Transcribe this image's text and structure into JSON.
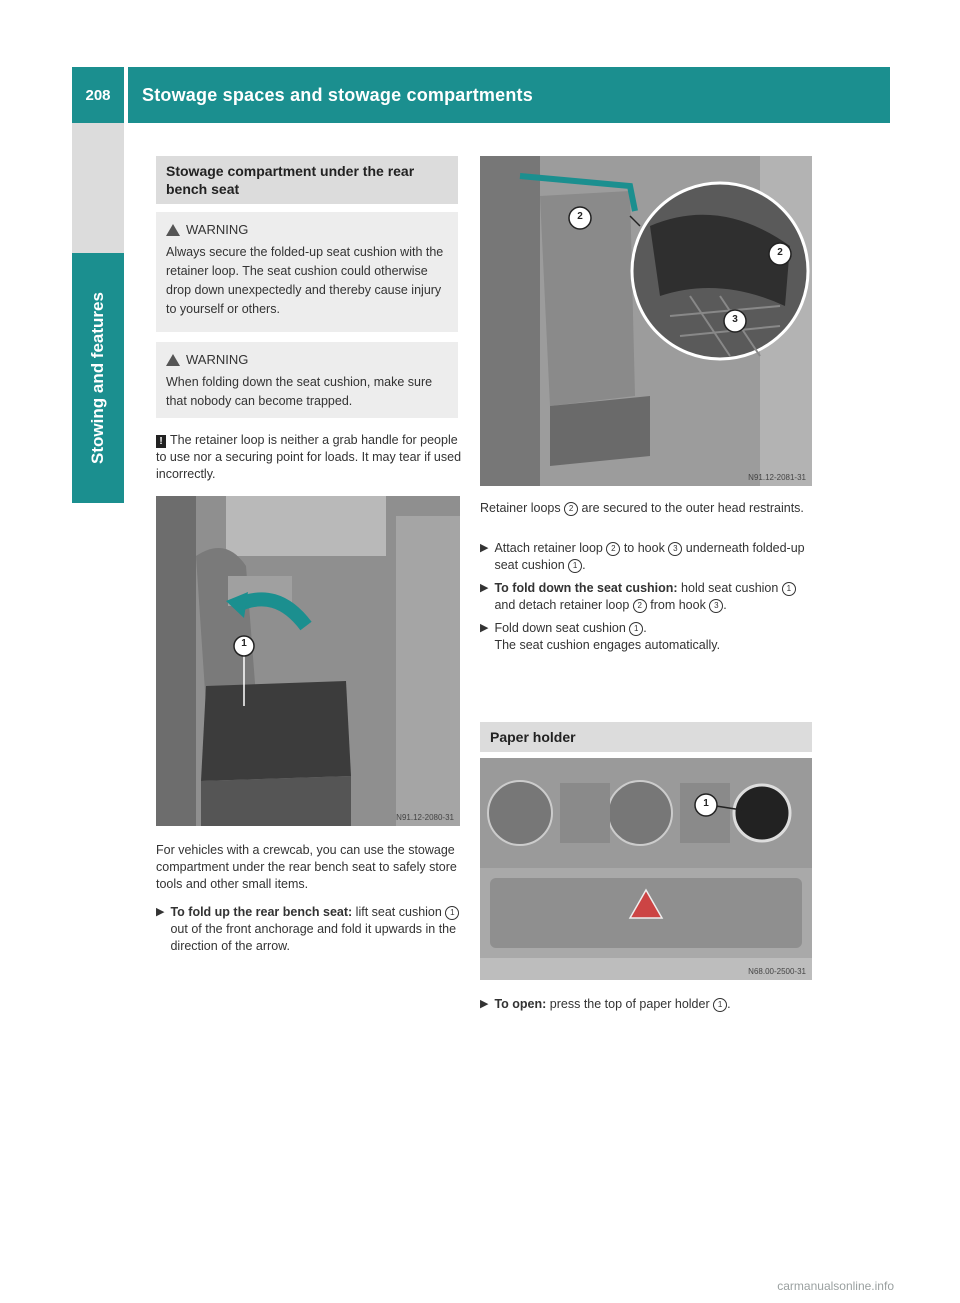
{
  "header": {
    "page_number": "208",
    "title": "Stowage spaces and stowage compartments",
    "side_tab": "Stowing and features"
  },
  "left": {
    "section_title": "Stowage compartment under the rear bench seat",
    "warning1": {
      "label": "WARNING",
      "text": "Always secure the folded-up seat cushion with the retainer loop. The seat cushion could otherwise drop down unexpectedly and thereby cause injury to yourself or others."
    },
    "warning2": {
      "label": "WARNING",
      "text": "When folding down the seat cushion, make sure that nobody can become trapped."
    },
    "note": "The retainer loop is neither a grab handle for people to use nor a securing point for loads. It may tear if used incorrectly.",
    "figure_code": "N91.12-2080-31",
    "figure_callout": "1",
    "para": "For vehicles with a crewcab, you can use the stowage compartment under the rear bench seat to safely store tools and other small items.",
    "step1_bold": "To fold up the rear bench seat:",
    "step1_a": " lift seat cushion ",
    "step1_n": "1",
    "step1_b": " out of the front anchorage and fold it upwards in the direction of the arrow."
  },
  "right": {
    "figure_code": "N91.12-2081-31",
    "figure_callout_2a": "2",
    "figure_callout_2b": "2",
    "figure_callout_3": "3",
    "para_a": "Retainer loops ",
    "para_n": "2",
    "para_b": " are secured to the outer head restraints.",
    "s1_a": "Attach retainer loop ",
    "s1_n1": "2",
    "s1_b": " to hook ",
    "s1_n2": "3",
    "s1_c": " underneath folded-up seat cushion ",
    "s1_n3": "1",
    "s1_d": ".",
    "s2_bold": "To fold down the seat cushion:",
    "s2_a": " hold seat cushion ",
    "s2_n1": "1",
    "s2_b": " and detach retainer loop ",
    "s2_n2": "2",
    "s2_c": " from hook ",
    "s2_n3": "3",
    "s2_d": ".",
    "s3_a": "Fold down seat cushion ",
    "s3_n": "1",
    "s3_b": ".",
    "s3_result": "The seat cushion engages automatically.",
    "section2_title": "Paper holder",
    "figure2_code": "N68.00-2500-31",
    "figure2_callout": "1",
    "s4_bold": "To open:",
    "s4_a": " press the top of paper holder ",
    "s4_n": "1",
    "s4_b": "."
  },
  "footer": "carmanualsonline.info"
}
